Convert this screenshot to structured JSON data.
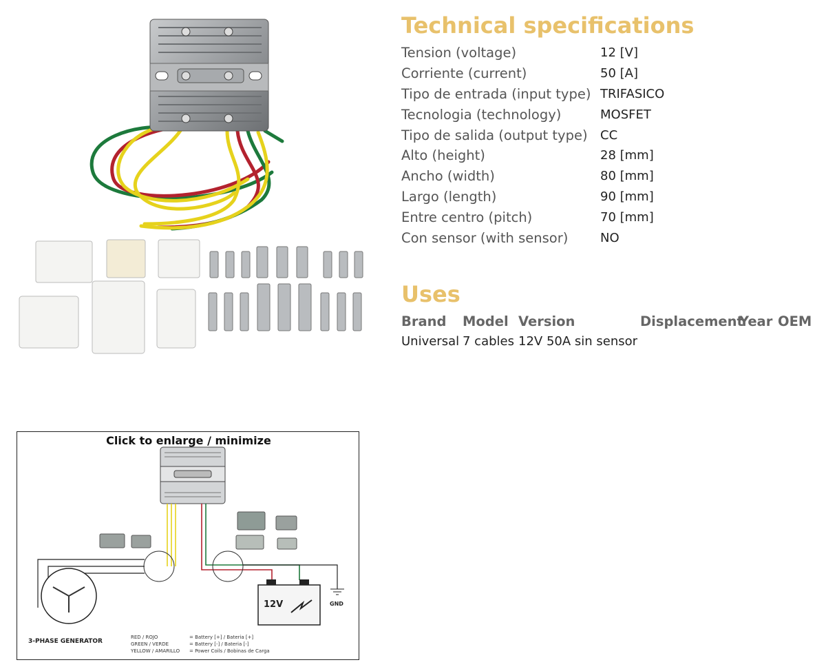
{
  "specs": {
    "title": "Technical specifications",
    "rows": [
      {
        "label": "Tension (voltage)",
        "value": "12 [V]"
      },
      {
        "label": "Corriente (current)",
        "value": "50 [A]"
      },
      {
        "label": "Tipo de entrada (input type)",
        "value": "TRIFASICO"
      },
      {
        "label": "Tecnologia (technology)",
        "value": "MOSFET"
      },
      {
        "label": "Tipo de salida (output type)",
        "value": "CC"
      },
      {
        "label": "Alto (height)",
        "value": "28 [mm]"
      },
      {
        "label": "Ancho (width)",
        "value": "80 [mm]"
      },
      {
        "label": "Largo (length)",
        "value": "90 [mm]"
      },
      {
        "label": "Entre centro (pitch)",
        "value": "70 [mm]"
      },
      {
        "label": "Con sensor (with sensor)",
        "value": "NO"
      }
    ]
  },
  "uses": {
    "title": "Uses",
    "headers": {
      "brand": "Brand",
      "model": "Model",
      "version": "Version",
      "displacement": "Displacement",
      "year": "Year",
      "oem": "OEM"
    },
    "row": {
      "brand": "Universal",
      "model": "7 cables",
      "version": "12V 50A sin sensor"
    }
  },
  "diagram": {
    "caption": "Click to enlarge / minimize",
    "battery_label": "12V",
    "gnd_label": "GND",
    "generator_label": "3-PHASE GENERATOR",
    "legend": [
      {
        "wire": "RED / ROJO",
        "meaning": "= Battery [+] / Bateria [+]"
      },
      {
        "wire": "GREEN / VERDE",
        "meaning": "= Battery [-] / Bateria [-]"
      },
      {
        "wire": "YELLOW / AMARILLO",
        "meaning": "= Power Coils / Bobinas de Carga"
      }
    ]
  },
  "colors": {
    "accent": "#e8c16b",
    "wire_red": "#b3222e",
    "wire_green": "#1d7a3c",
    "wire_yellow": "#e6d21c"
  }
}
